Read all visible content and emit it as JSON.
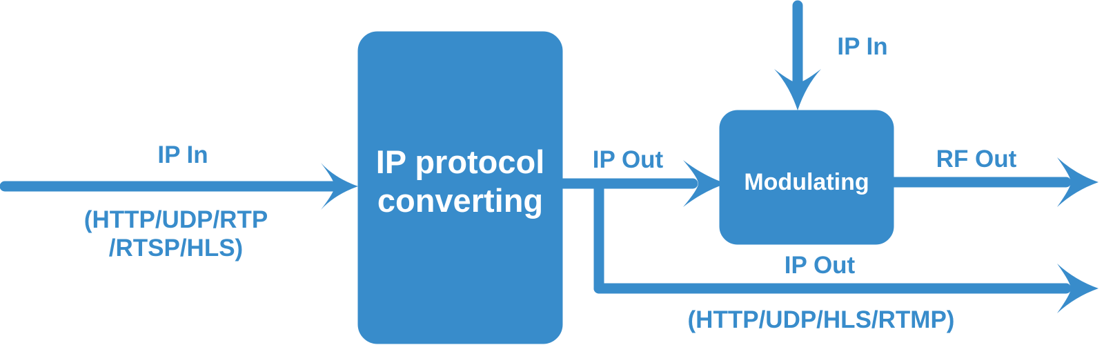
{
  "colors": {
    "primary": "#388CCB"
  },
  "converter": {
    "title_line1": "IP protocol",
    "title_line2": "converting"
  },
  "modulator": {
    "title": "Modulating"
  },
  "input": {
    "label": "IP In",
    "protocols_line1": "(HTTP/UDP/RTP",
    "protocols_line2": "/RTSP/HLS)"
  },
  "converter_output": {
    "label": "IP Out"
  },
  "modulator_input": {
    "label": "IP In"
  },
  "modulator_output": {
    "label": "RF Out"
  },
  "ip_output": {
    "label": "IP Out",
    "protocols": "(HTTP/UDP/HLS/RTMP)"
  }
}
